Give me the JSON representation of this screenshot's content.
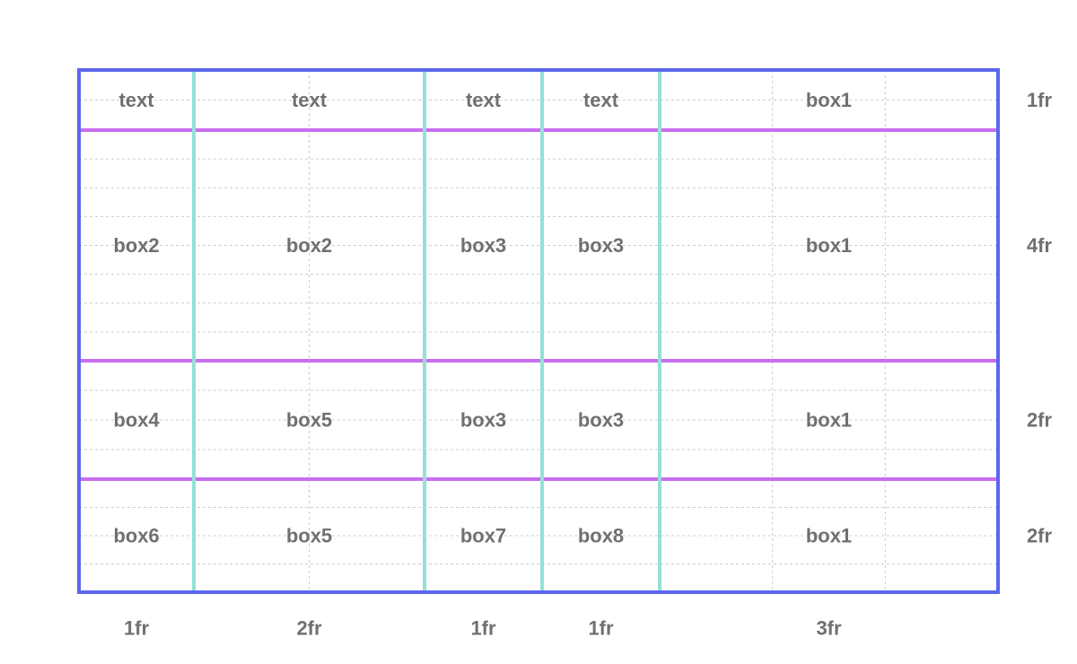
{
  "grid": {
    "columns": [
      "1fr",
      "2fr",
      "1fr",
      "1fr",
      "3fr"
    ],
    "rows": [
      "1fr",
      "4fr",
      "2fr",
      "2fr"
    ],
    "cells": [
      [
        "text",
        "text",
        "text",
        "text",
        "box1"
      ],
      [
        "box2",
        "box2",
        "box3",
        "box3",
        "box1"
      ],
      [
        "box4",
        "box5",
        "box3",
        "box3",
        "box1"
      ],
      [
        "box6",
        "box5",
        "box7",
        "box8",
        "box1"
      ]
    ]
  },
  "colors": {
    "border": "#5b67ee",
    "column_lines": "#95e0d6",
    "row_lines": "#c86ef0",
    "subgrid": "#cccccc",
    "text": "#707070"
  }
}
